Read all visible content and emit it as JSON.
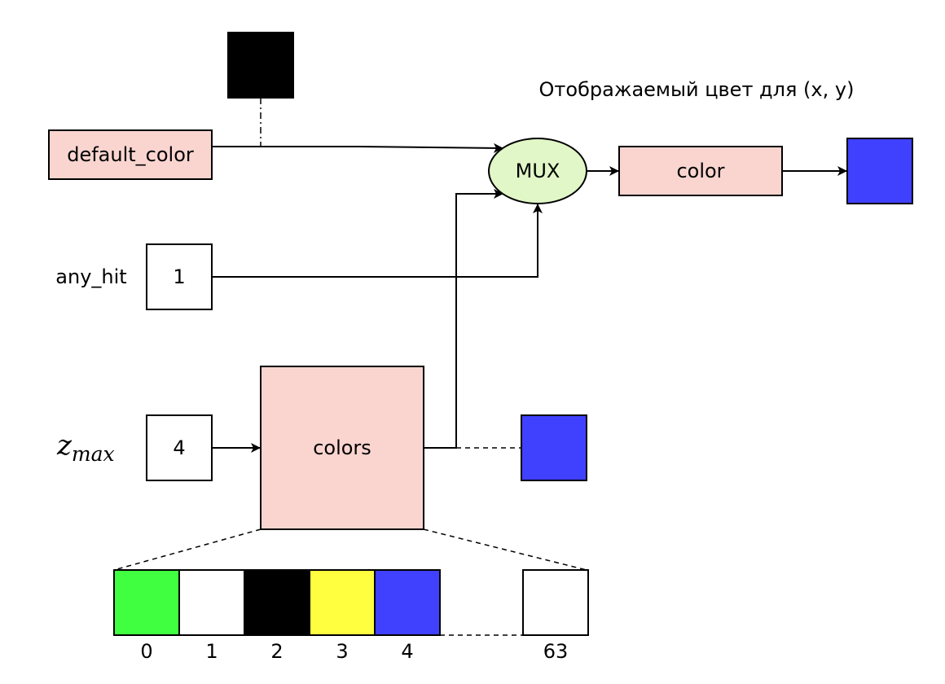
{
  "title": "Отображаемый цвет для (x, y)",
  "nodes": {
    "default_color": {
      "label": "default_color",
      "swatch_color": "#000000"
    },
    "mux": {
      "label": "MUX",
      "fill": "#e1f7c7"
    },
    "color_out": {
      "label": "color",
      "swatch_color": "#4040ff"
    },
    "any_hit": {
      "label": "any_hit",
      "value": "1"
    },
    "z_max": {
      "symbol": "z",
      "subscript": "max",
      "value": "4"
    },
    "colors": {
      "label": "colors",
      "selected_color": "#4040ff"
    }
  },
  "palette": {
    "cells": [
      {
        "index": "0",
        "color": "#40ff40"
      },
      {
        "index": "1",
        "color": "#ffffff"
      },
      {
        "index": "2",
        "color": "#000000"
      },
      {
        "index": "3",
        "color": "#ffff40"
      },
      {
        "index": "4",
        "color": "#4040ff"
      }
    ],
    "last": {
      "index": "63",
      "color": "#ffffff"
    }
  },
  "colors": {
    "register_fill": "#fad5d0",
    "stroke": "#000000"
  }
}
